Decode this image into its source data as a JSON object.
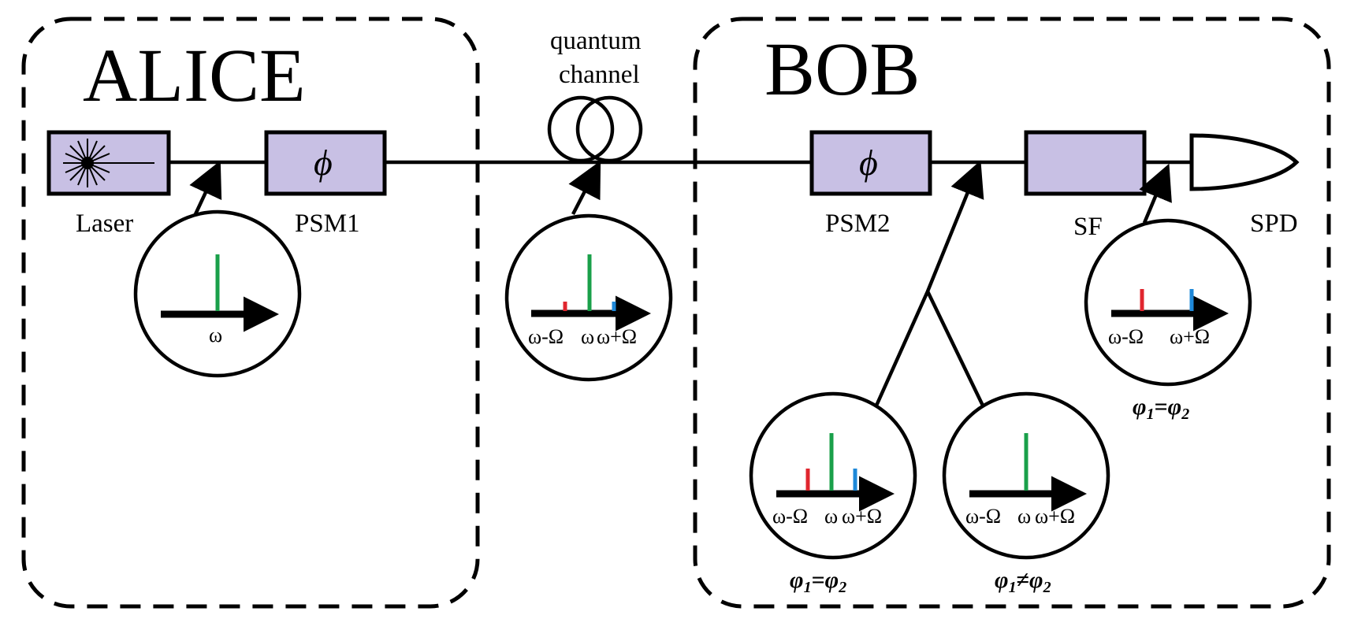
{
  "colors": {
    "component_fill": "#c8c0e4",
    "carrier_line": "#1aa04a",
    "lower_sideband": "#e0262e",
    "upper_sideband": "#1e88d8"
  },
  "icons": [
    "laser-icon",
    "fiber-coil-icon",
    "detector-icon"
  ],
  "alice": {
    "title": "ALICE"
  },
  "bob": {
    "title": "BOB"
  },
  "channel": {
    "line1": "quantum",
    "line2": "channel"
  },
  "components": {
    "laser": "Laser",
    "psm1": "PSM1",
    "psm2": "PSM2",
    "sf": "SF",
    "spd": "SPD",
    "phi_symbol": "ϕ"
  },
  "spectra": {
    "laser_out": {
      "label": "ω"
    },
    "channel": {
      "minus": "ω-Ω",
      "center": "ω",
      "plus": "ω+Ω"
    },
    "bob_equal": {
      "minus": "ω-Ω",
      "center": "ω",
      "plus": "ω+Ω",
      "cond_lhs": "φ",
      "cond_op": "=",
      "cond_rhs": "φ",
      "sub1": "1",
      "sub2": "2"
    },
    "bob_unequal": {
      "minus": "ω-Ω",
      "center": "ω",
      "plus": "ω+Ω",
      "cond_lhs": "φ",
      "cond_op": "≠",
      "cond_rhs": "φ",
      "sub1": "1",
      "sub2": "2"
    },
    "after_sf": {
      "minus": "ω-Ω",
      "plus": "ω+Ω",
      "cond_lhs": "φ",
      "cond_op": "=",
      "cond_rhs": "φ",
      "sub1": "1",
      "sub2": "2"
    }
  }
}
